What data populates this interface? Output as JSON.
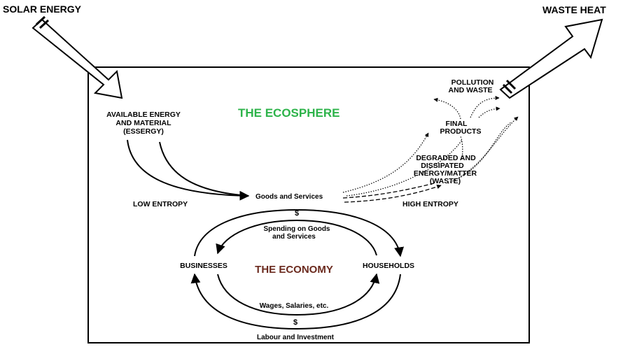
{
  "labels": {
    "solar_energy": "SOLAR ENERGY",
    "waste_heat": "WASTE HEAT",
    "ecosphere": "THE ECOSPHERE",
    "economy": "THE ECONOMY",
    "available_line1": "AVAILABLE ENERGY",
    "available_line2": "AND MATERIAL",
    "available_line3": "(ESSERGY)",
    "pollution_line1": "POLLUTION",
    "pollution_line2": "AND  WASTE",
    "final_line1": "FINAL",
    "final_line2": "PRODUCTS",
    "degraded_line1": "DEGRADED AND",
    "degraded_line2": "DISSIPATED",
    "degraded_line3": "ENERGY/MATTER",
    "degraded_line4": "(WASTE)",
    "goods_services": "Goods and Services",
    "low_entropy": "LOW ENTROPY",
    "high_entropy": "HIGH ENTROPY",
    "dollar_top": "$",
    "dollar_bottom": "$",
    "spending_line1": "Spending on Goods",
    "spending_line2": "and Services",
    "businesses": "BUSINESSES",
    "households": "HOUSEHOLDS",
    "wages": "Wages, Salaries, etc.",
    "labour": "Labour and Investment"
  },
  "colors": {
    "ecosphere": "#2db34a",
    "economy": "#6b2a1e",
    "ink": "#000000"
  }
}
